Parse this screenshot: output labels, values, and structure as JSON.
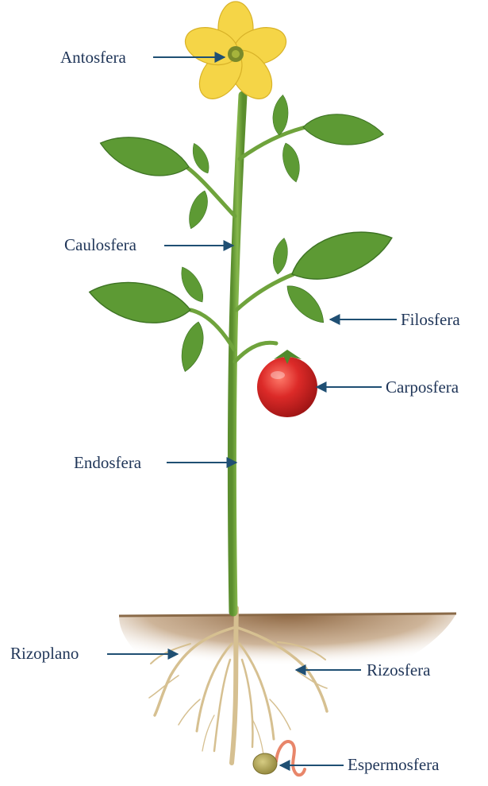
{
  "colors": {
    "label_text": "#1f3558",
    "arrow": "#1f4f73",
    "stem": "#6fa33c",
    "leaf": "#5d9a34",
    "leaf_vein": "#3e7324",
    "petal": "#f5d547",
    "flower_center": "#7a8a2a",
    "fruit": "#d8262a",
    "soil": "#a37c55",
    "root": "#d6c091",
    "seed": "#b5a857",
    "radicle": "#e8866a"
  },
  "labels": {
    "antosfera": "Antosfera",
    "caulosfera": "Caulosfera",
    "filosfera": "Filosfera",
    "carposfera": "Carposfera",
    "endosfera": "Endosfera",
    "rizoplano": "Rizoplano",
    "rizosfera": "Rizosfera",
    "espermosfera": "Espermosfera"
  }
}
